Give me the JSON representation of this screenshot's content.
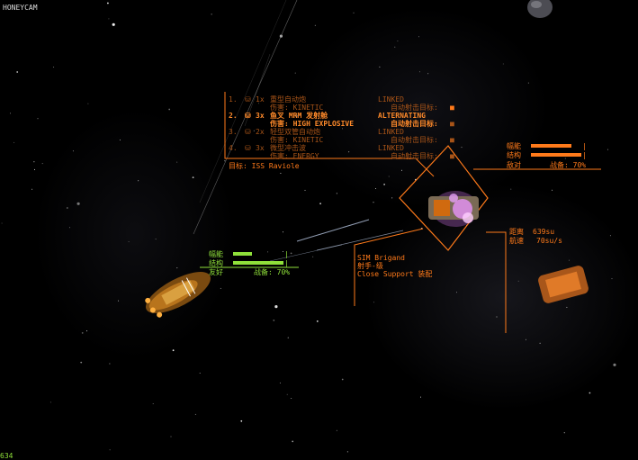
{
  "watermark": "HONEYCAM",
  "corner_counter": "634",
  "weapons": [
    {
      "index": "1.",
      "count": "1x",
      "name": "重型自动炮",
      "damage": "伤害: KINETIC",
      "mode": "LINKED",
      "target": "自动射击目标:",
      "active": false
    },
    {
      "index": "2.",
      "count": "3x",
      "name": "鱼叉 MRM 发射舱",
      "damage": "伤害: HIGH EXPLOSIVE",
      "mode": "ALTERNATING",
      "target": "自动射击目标:",
      "active": true
    },
    {
      "index": "3.",
      "count": "2x",
      "name": "轻型双管自动炮",
      "damage": "伤害: KINETIC",
      "mode": "LINKED",
      "target": "自动射击目标:",
      "active": false
    },
    {
      "index": "4.",
      "count": "3x",
      "name": "微型冲击波",
      "damage": "伤害: ENERGY",
      "mode": "LINKED",
      "target": "自动射击目标:",
      "active": false
    }
  ],
  "target_line": "目标: ISS Raviole",
  "enemy": {
    "flux_label": "幅能",
    "hull_label": "结构",
    "stance": "敌对",
    "readiness": "战备: 70%",
    "flux_level": 0.8,
    "hull_level": 1.0
  },
  "player": {
    "flux_label": "幅能",
    "hull_label": "结构",
    "stance": "友好",
    "readiness": "战备: 70%",
    "flux_level": 0.38,
    "hull_level": 1.0
  },
  "target_info": {
    "distance_label": "距离",
    "distance_value": "639su",
    "speed_label": "航速",
    "speed_value": "70su/s",
    "ship_name": "SIM Brigand",
    "ship_class": "射手-级",
    "loadout": "Close Support 装配"
  },
  "colors": {
    "hud_orange": "#ff7a1a",
    "hud_green": "#8fe03a"
  }
}
